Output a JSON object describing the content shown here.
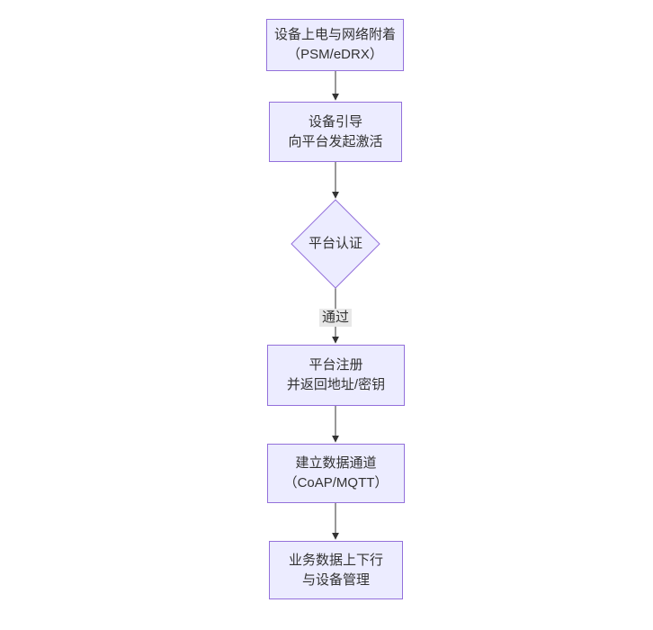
{
  "diagram": {
    "type": "flowchart",
    "direction": "top-down",
    "nodes": [
      {
        "id": "power-attach",
        "shape": "rect",
        "lines": [
          "设备上电与网络附着",
          "（PSM/eDRX）"
        ]
      },
      {
        "id": "bootstrap",
        "shape": "rect",
        "lines": [
          "设备引导",
          "向平台发起激活"
        ]
      },
      {
        "id": "platform-auth",
        "shape": "diamond",
        "lines": [
          "平台认证"
        ]
      },
      {
        "id": "platform-reg",
        "shape": "rect",
        "lines": [
          "平台注册",
          "并返回地址/密钥"
        ]
      },
      {
        "id": "data-channel",
        "shape": "rect",
        "lines": [
          "建立数据通道",
          "（CoAP/MQTT）"
        ]
      },
      {
        "id": "business-mgmt",
        "shape": "rect",
        "lines": [
          "业务数据上下行",
          "与设备管理"
        ]
      }
    ],
    "edges": [
      {
        "from": "power-attach",
        "to": "bootstrap",
        "label": ""
      },
      {
        "from": "bootstrap",
        "to": "platform-auth",
        "label": ""
      },
      {
        "from": "platform-auth",
        "to": "platform-reg",
        "label": "通过"
      },
      {
        "from": "platform-reg",
        "to": "data-channel",
        "label": ""
      },
      {
        "from": "data-channel",
        "to": "business-mgmt",
        "label": ""
      }
    ],
    "colors": {
      "node_fill": "#ECECFF",
      "node_border": "#9370DB",
      "text": "#333333",
      "edge": "#333333",
      "edge_label_bg": "#e8e8e8",
      "background": "#ffffff"
    }
  }
}
